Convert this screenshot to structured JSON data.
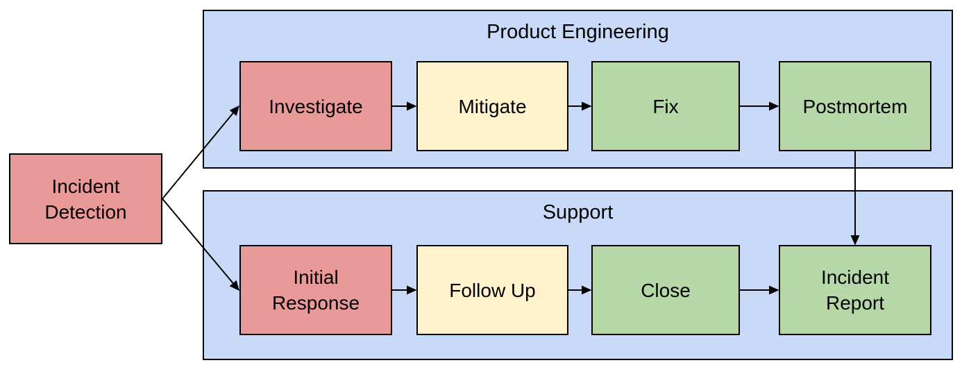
{
  "diagram": {
    "type": "flowchart-swimlane",
    "colors": {
      "background": "#FFFFFF",
      "lane_fill": "#C9DAF8",
      "red": "#EA9999",
      "yellow": "#FFF2CC",
      "green": "#B6D7A8",
      "border": "#000000",
      "arrow": "#000000",
      "text": "#000000"
    },
    "lanes": [
      {
        "id": "product-engineering",
        "title": "Product Engineering"
      },
      {
        "id": "support",
        "title": "Support"
      }
    ],
    "nodes": [
      {
        "id": "incident-detection",
        "label": "Incident\nDetection",
        "color": "red",
        "lane": null
      },
      {
        "id": "investigate",
        "label": "Investigate",
        "color": "red",
        "lane": "product-engineering"
      },
      {
        "id": "mitigate",
        "label": "Mitigate",
        "color": "yellow",
        "lane": "product-engineering"
      },
      {
        "id": "fix",
        "label": "Fix",
        "color": "green",
        "lane": "product-engineering"
      },
      {
        "id": "postmortem",
        "label": "Postmortem",
        "color": "green",
        "lane": "product-engineering"
      },
      {
        "id": "initial-response",
        "label": "Initial\nResponse",
        "color": "red",
        "lane": "support"
      },
      {
        "id": "follow-up",
        "label": "Follow Up",
        "color": "yellow",
        "lane": "support"
      },
      {
        "id": "close",
        "label": "Close",
        "color": "green",
        "lane": "support"
      },
      {
        "id": "incident-report",
        "label": "Incident\nReport",
        "color": "green",
        "lane": "support"
      }
    ],
    "edges": [
      {
        "from": "incident-detection",
        "to": "investigate"
      },
      {
        "from": "incident-detection",
        "to": "initial-response"
      },
      {
        "from": "investigate",
        "to": "mitigate"
      },
      {
        "from": "mitigate",
        "to": "fix"
      },
      {
        "from": "fix",
        "to": "postmortem"
      },
      {
        "from": "postmortem",
        "to": "incident-report"
      },
      {
        "from": "initial-response",
        "to": "follow-up"
      },
      {
        "from": "follow-up",
        "to": "close"
      },
      {
        "from": "close",
        "to": "incident-report"
      }
    ]
  }
}
